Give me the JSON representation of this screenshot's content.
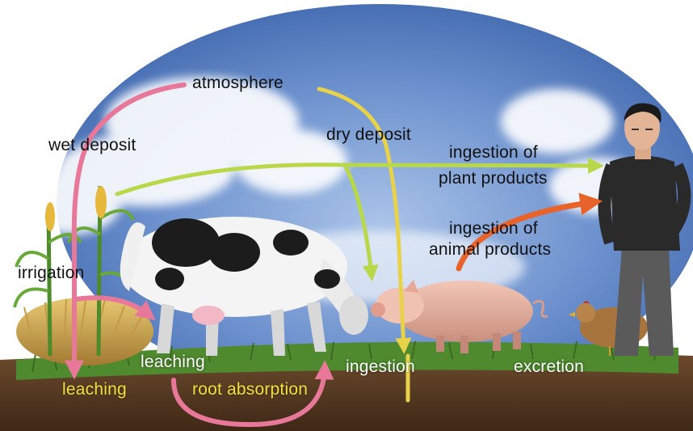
{
  "labels": {
    "atmosphere": "atmosphere",
    "wet_deposit": "wet deposit",
    "dry_deposit": "dry deposit",
    "ingestion_plant_line1": "ingestion of",
    "ingestion_plant_line2": "plant products",
    "ingestion_animal_line1": "ingestion of",
    "ingestion_animal_line2": "animal products",
    "irrigation": "irrigation",
    "leaching_upper": "leaching",
    "ingestion": "ingestion",
    "excretion": "excretion",
    "leaching_lower": "leaching",
    "root_absorption": "root absorption"
  },
  "colors": {
    "pink_arrow": "#e8789a",
    "yellow_arrow": "#e8d24a",
    "green_arrow": "#b8d84a",
    "orange_arrow": "#e8632a",
    "sky": "#5f87c4",
    "soil": "#5a3c24",
    "grass": "#4f8a2e"
  }
}
